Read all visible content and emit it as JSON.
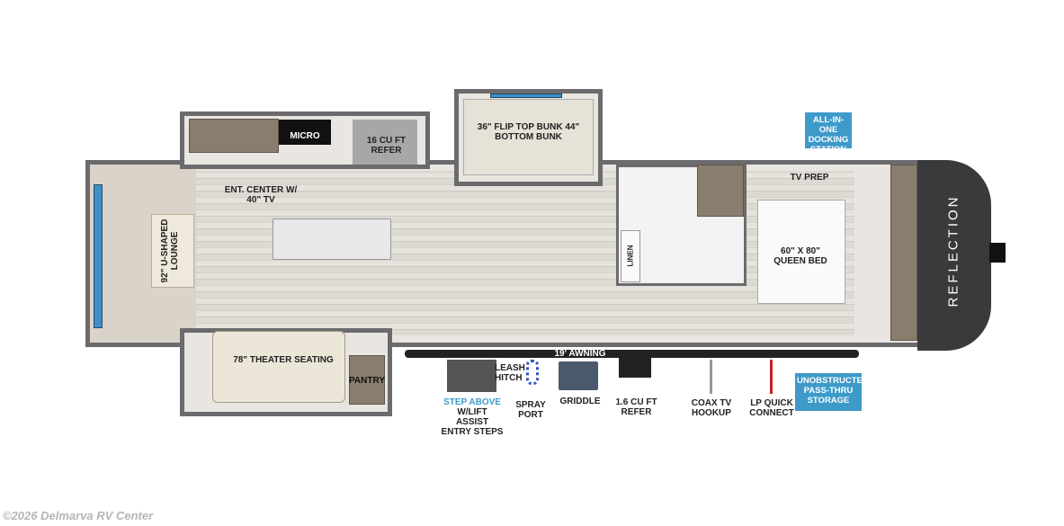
{
  "floorplan": {
    "brand_logo": "REFLECTION",
    "rooms": {
      "lounge": "92\" U-SHAPED LOUNGE",
      "ent_center": "ENT. CENTER w/ 40\" TV",
      "micro": "MICRO",
      "refer": "16 CU FT REFER",
      "bunk": "36\" FLIP TOP BUNK 44\" BOTTOM BUNK",
      "theater": "78\" THEATER SEATING",
      "pantry": "PANTRY",
      "linen": "LINEN",
      "tv_prep": "TV PREP",
      "bed": "60\" x 80\" QUEEN BED"
    },
    "exterior": {
      "awning": "19' AWNING",
      "step_above": "STEP ABOVE",
      "lift_assist": "w/LIFT ASSIST ENTRY STEPS",
      "leash_hitch": "LEASH HITCH",
      "spray_port": "SPRAY PORT",
      "griddle": "GRIDDLE",
      "outdoor_refer": "1.6 CU FT REFER",
      "coax": "COAX TV HOOKUP",
      "lp": "LP QUICK CONNECT"
    },
    "callouts": {
      "docking": "ALL-IN-ONE DOCKING STATION",
      "storage": "UNOBSTRUCTED PASS-THRU STORAGE"
    },
    "colors": {
      "callout": "#3d9ac9",
      "wall": "#6b6b6d",
      "accent_blue": "#3d9ac9"
    }
  },
  "footer": {
    "copyright": "©2026 Delmarva RV Center"
  }
}
